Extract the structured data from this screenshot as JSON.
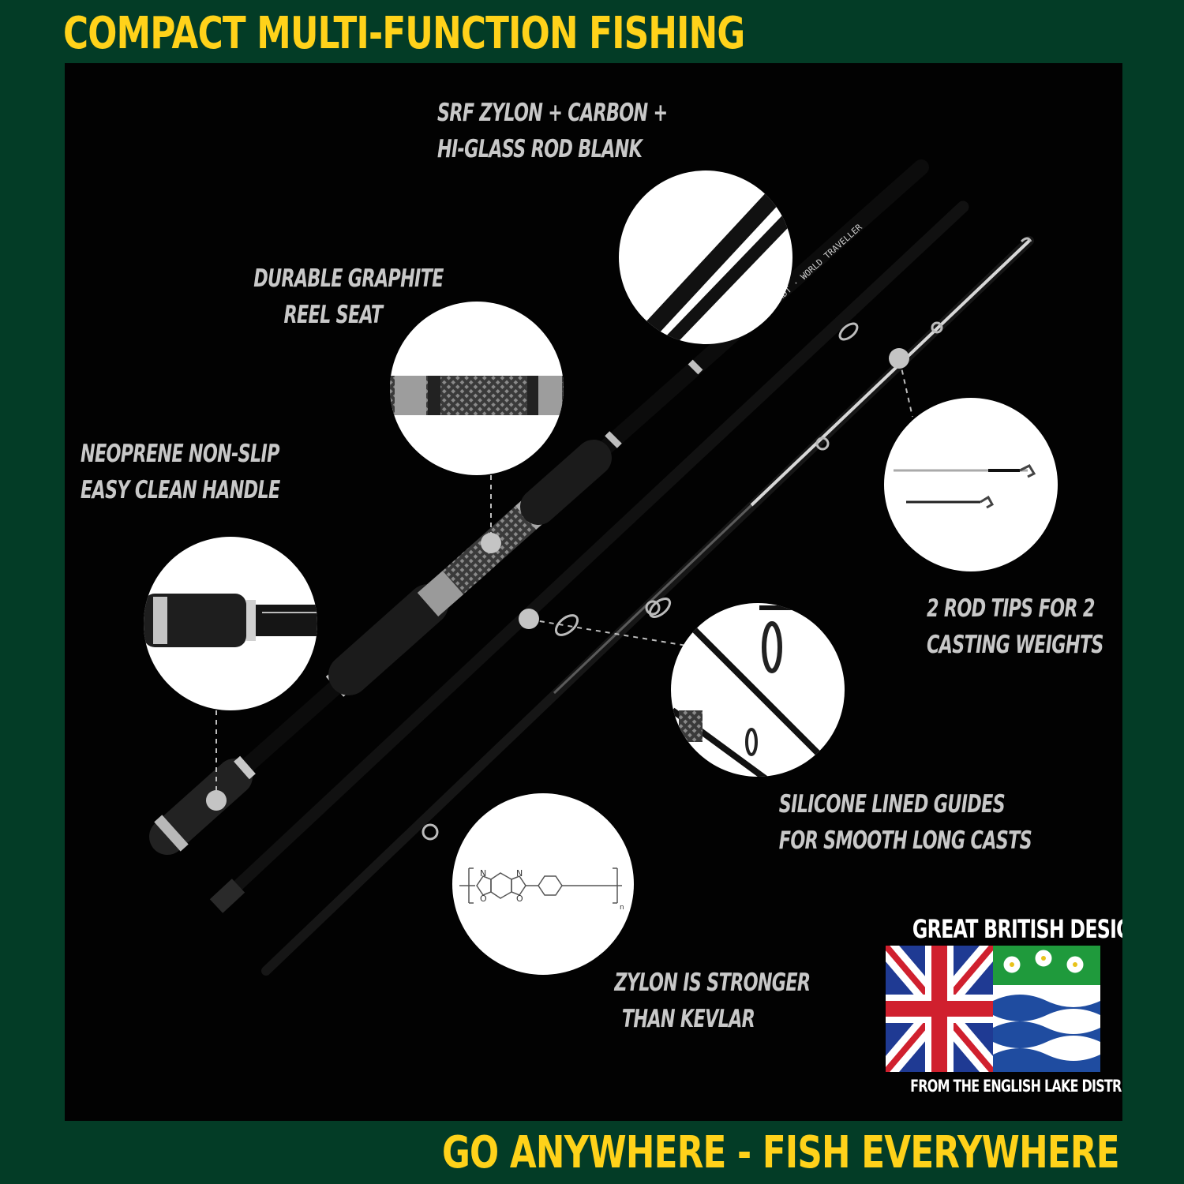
{
  "header": {
    "title": "COMPACT MULTI-FUNCTION FISHING"
  },
  "footer": {
    "tagline": "GO ANYWHERE - FISH EVERYWHERE"
  },
  "colors": {
    "background": "#033c26",
    "accent_yellow": "#ffd21a",
    "panel": "#020202",
    "caption": "#c8c8c8"
  },
  "features": [
    {
      "lines": [
        "SRF ZYLON + CARBON +",
        "HI-GLASS ROD BLANK"
      ]
    },
    {
      "lines": [
        "DURABLE GRAPHITE",
        "REEL SEAT"
      ]
    },
    {
      "lines": [
        "NEOPRENE NON-SLIP",
        "EASY CLEAN HANDLE"
      ]
    },
    {
      "lines": [
        "2 ROD TIPS FOR  2",
        "CASTING WEIGHTS"
      ]
    },
    {
      "lines": [
        "SILICONE LINED GUIDES",
        "FOR SMOOTH LONG CASTS"
      ]
    },
    {
      "lines": [
        "ZYLON IS STRONGER",
        "THAN KEVLAR"
      ]
    }
  ],
  "rod_print": "RIDDER ADT · WORLD TRAVELLER",
  "molecule": {
    "n_label": "N",
    "o_label": "O",
    "subscript": "n"
  },
  "badge": {
    "top": "GREAT BRITISH DESIGN",
    "bottom": "FROM THE ENGLISH LAKE DISTRICT",
    "flag_left": "union-jack-icon",
    "flag_right": "cumbria-flag-icon"
  }
}
